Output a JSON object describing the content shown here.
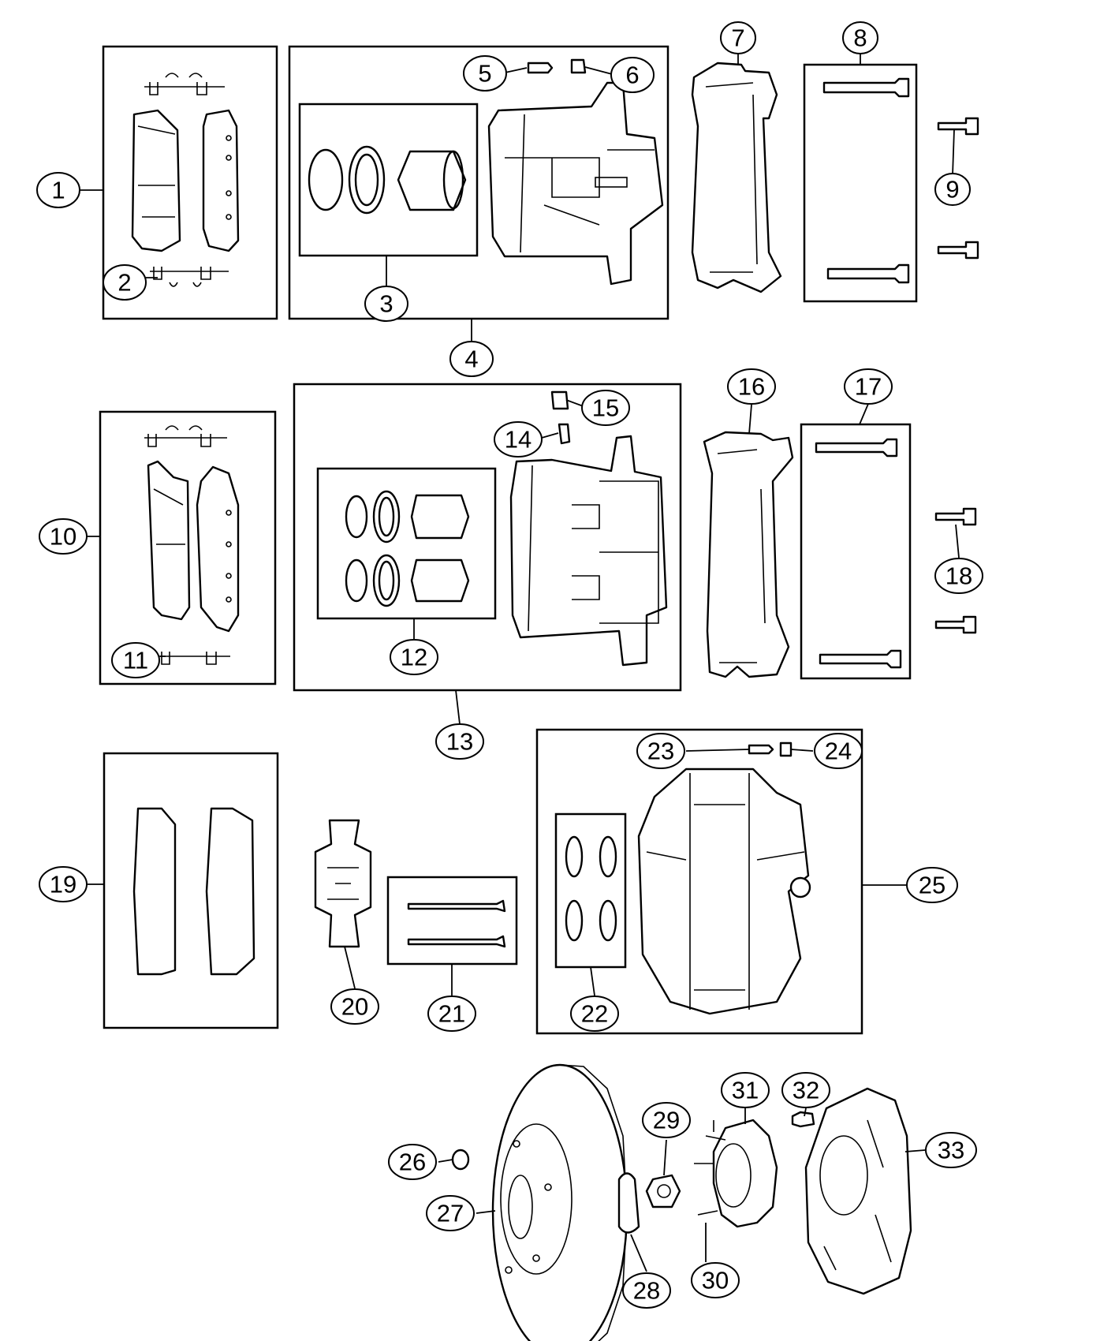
{
  "callouts": [
    {
      "id": 1,
      "label": "1"
    },
    {
      "id": 2,
      "label": "2"
    },
    {
      "id": 3,
      "label": "3"
    },
    {
      "id": 4,
      "label": "4"
    },
    {
      "id": 5,
      "label": "5"
    },
    {
      "id": 6,
      "label": "6"
    },
    {
      "id": 7,
      "label": "7"
    },
    {
      "id": 8,
      "label": "8"
    },
    {
      "id": 9,
      "label": "9"
    },
    {
      "id": 10,
      "label": "10"
    },
    {
      "id": 11,
      "label": "11"
    },
    {
      "id": 12,
      "label": "12"
    },
    {
      "id": 13,
      "label": "13"
    },
    {
      "id": 14,
      "label": "14"
    },
    {
      "id": 15,
      "label": "15"
    },
    {
      "id": 16,
      "label": "16"
    },
    {
      "id": 17,
      "label": "17"
    },
    {
      "id": 18,
      "label": "18"
    },
    {
      "id": 19,
      "label": "19"
    },
    {
      "id": 20,
      "label": "20"
    },
    {
      "id": 21,
      "label": "21"
    },
    {
      "id": 22,
      "label": "22"
    },
    {
      "id": 23,
      "label": "23"
    },
    {
      "id": 24,
      "label": "24"
    },
    {
      "id": 25,
      "label": "25"
    },
    {
      "id": 26,
      "label": "26"
    },
    {
      "id": 27,
      "label": "27"
    },
    {
      "id": 28,
      "label": "28"
    },
    {
      "id": 29,
      "label": "29"
    },
    {
      "id": 30,
      "label": "30"
    },
    {
      "id": 31,
      "label": "31"
    },
    {
      "id": 32,
      "label": "32"
    },
    {
      "id": 33,
      "label": "33"
    }
  ],
  "colors": {
    "line": "#000000",
    "background": "#ffffff"
  }
}
